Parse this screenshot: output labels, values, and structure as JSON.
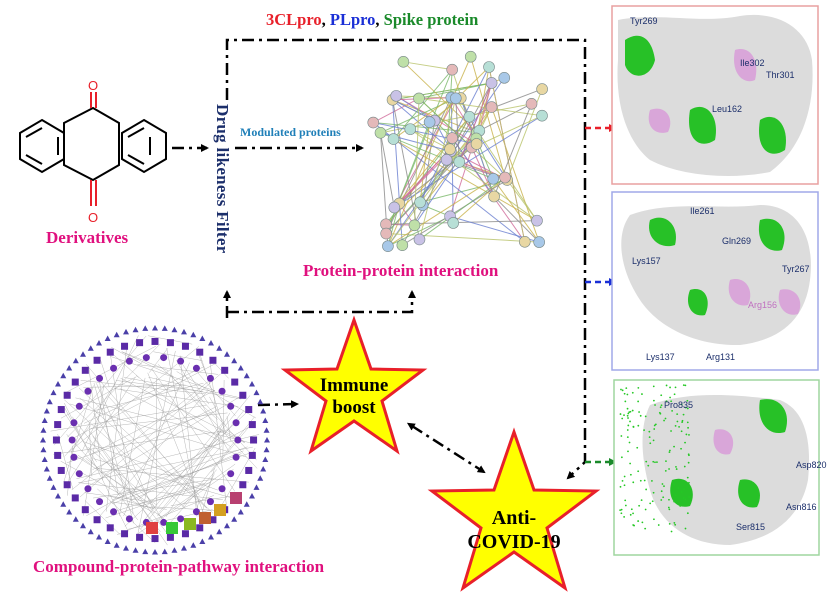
{
  "title": {
    "part1": "3CLpro",
    "sep1": ", ",
    "part2": "PLpro",
    "sep2": ", ",
    "part3": "Spike protein"
  },
  "labels": {
    "derivatives": "Derivatives",
    "filter": "Drug likeness Filter",
    "modulated": "Modulated proteins",
    "ppi": "Protein-protein interaction",
    "cpp": "Compound-protein-pathway interaction",
    "immune_line1": "Immune",
    "immune_line2": "boost",
    "anti_line1": "Anti-",
    "anti_line2": "COVID-19"
  },
  "docking": {
    "panel1": {
      "residues": [
        "Tyr269",
        "Leu162",
        "Thr301",
        "Ile302"
      ]
    },
    "panel2": {
      "residues": [
        "Ile261",
        "Gln269",
        "Tyr267",
        "Lys157",
        "Arg156",
        "Lys137",
        "Arg131"
      ]
    },
    "panel3": {
      "residues": [
        "Pro835",
        "Asp820",
        "Asn816",
        "Ser815"
      ]
    }
  },
  "colors": {
    "red": "#e8202a",
    "blue": "#1a2fd6",
    "green": "#1a8a2a",
    "pink": "#e0107e",
    "navy": "#1c2f6b",
    "teal": "#1f7fb8",
    "star_fill": "#ffff00",
    "star_stroke": "#e8202a"
  }
}
